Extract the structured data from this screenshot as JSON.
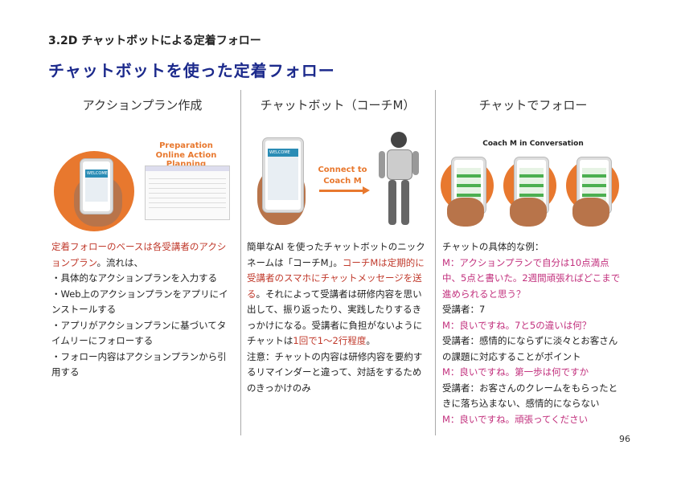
{
  "header": {
    "subtitle": "3.2D チャットボットによる定着フォロー",
    "title": "チャットボットを使った定着フォロー"
  },
  "columns": [
    {
      "heading": "アクションプラン作成",
      "image_caption_1": "Preparation",
      "image_caption_2": "Online Action Planning",
      "phone_text": "WELCOME",
      "paragraphs": [
        {
          "segments": [
            {
              "t": "定着フォローのベースは各受講者のアクションプラン",
              "c": "red"
            },
            {
              "t": "。流れは、",
              "c": ""
            }
          ]
        },
        {
          "segments": [
            {
              "t": "・具体的なアクションプランを入力する",
              "c": ""
            }
          ]
        },
        {
          "segments": [
            {
              "t": "・Web上のアクションプランをアプリにインストールする",
              "c": ""
            }
          ]
        },
        {
          "segments": [
            {
              "t": "・アプリがアクションプランに基づいてタイムリーにフォローする",
              "c": ""
            }
          ]
        },
        {
          "segments": [
            {
              "t": "・フォロー内容はアクションプランから引用する",
              "c": ""
            }
          ]
        }
      ]
    },
    {
      "heading": "チャットボット（コーチM）",
      "image_caption_1": "Connect to",
      "image_caption_2": "Coach M",
      "phone_text": "WELCOME",
      "paragraphs": [
        {
          "segments": [
            {
              "t": "簡単なAI を使ったチャットボットのニックネームは「コーチM」。",
              "c": ""
            },
            {
              "t": "コーチMは定期的に受講者のスマホにチャットメッセージを送る",
              "c": "red"
            },
            {
              "t": "。それによって受講者は研修内容を思い出して、振り返ったり、実践したりするきっかけになる。受講者に負担がないようにチャットは",
              "c": ""
            },
            {
              "t": "1回で1〜2行程度",
              "c": "red"
            },
            {
              "t": "。",
              "c": ""
            }
          ]
        },
        {
          "segments": [
            {
              "t": "注意：チャットの内容は研修内容を要約するリマインダーと違って、対話をするためのきっかけのみ",
              "c": ""
            }
          ]
        }
      ]
    },
    {
      "heading": "チャットでフォロー",
      "image_caption_1": "Coach M in Conversation",
      "paragraphs": [
        {
          "segments": [
            {
              "t": "チャットの具体的な例：",
              "c": ""
            }
          ]
        },
        {
          "segments": [
            {
              "t": "M：アクションプランで自分は10点満点中、5点と書いた。2週間頑張ればどこまで進められると思う？",
              "c": "pink"
            }
          ]
        },
        {
          "segments": [
            {
              "t": "受講者：7",
              "c": ""
            }
          ]
        },
        {
          "segments": [
            {
              "t": "M：良いですね。7と5の違いは何？",
              "c": "pink"
            }
          ]
        },
        {
          "segments": [
            {
              "t": "受講者：感情的にならずに淡々とお客さんの課題に対応することがポイント",
              "c": ""
            }
          ]
        },
        {
          "segments": [
            {
              "t": "M：良いですね。第一歩は何ですか",
              "c": "pink"
            }
          ]
        },
        {
          "segments": [
            {
              "t": "受講者：お客さんのクレームをもらったときに落ち込まない、感情的にならない",
              "c": ""
            }
          ]
        },
        {
          "segments": [
            {
              "t": "M：良いですね。頑張ってください",
              "c": "pink"
            }
          ]
        }
      ]
    }
  ],
  "page_number": "96",
  "colors": {
    "title": "#1c2a8c",
    "accent_orange": "#e8782e",
    "red": "#c0392b",
    "pink": "#c2307d"
  }
}
